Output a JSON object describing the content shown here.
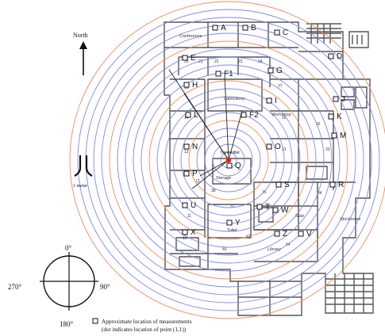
{
  "north_label": "North",
  "scale_label": "1 meter",
  "compass": {
    "deg_0": "0°",
    "deg_90": "90°",
    "deg_180": "180°",
    "deg_270": "270°"
  },
  "legend": {
    "line1": "Approximate location of measurements",
    "line2": "(dot indicates location of point (1,1))"
  },
  "center_label": "Transmitter",
  "measurement_points": [
    "A",
    "B",
    "C",
    "D",
    "E",
    "F1",
    "F2",
    "G",
    "H",
    "I",
    "J",
    "K",
    "L",
    "M",
    "N",
    "O",
    "P",
    "Q",
    "R",
    "S",
    "T",
    "U",
    "V",
    "W",
    "X",
    "Y",
    "Z"
  ],
  "room_labels": {
    "conference": "Conference",
    "lab": "Laboratory",
    "workshop": "Workshop",
    "stockroom": "Stockroom",
    "library": "Library",
    "stair": "Stair",
    "toilet": "Toilet",
    "storage": "Storage"
  },
  "colors": {
    "ring_blue": "#7f86ff",
    "ring_orange": "#f08a66",
    "transmitter": "#e8211a",
    "walls": "#3a3a3a"
  }
}
